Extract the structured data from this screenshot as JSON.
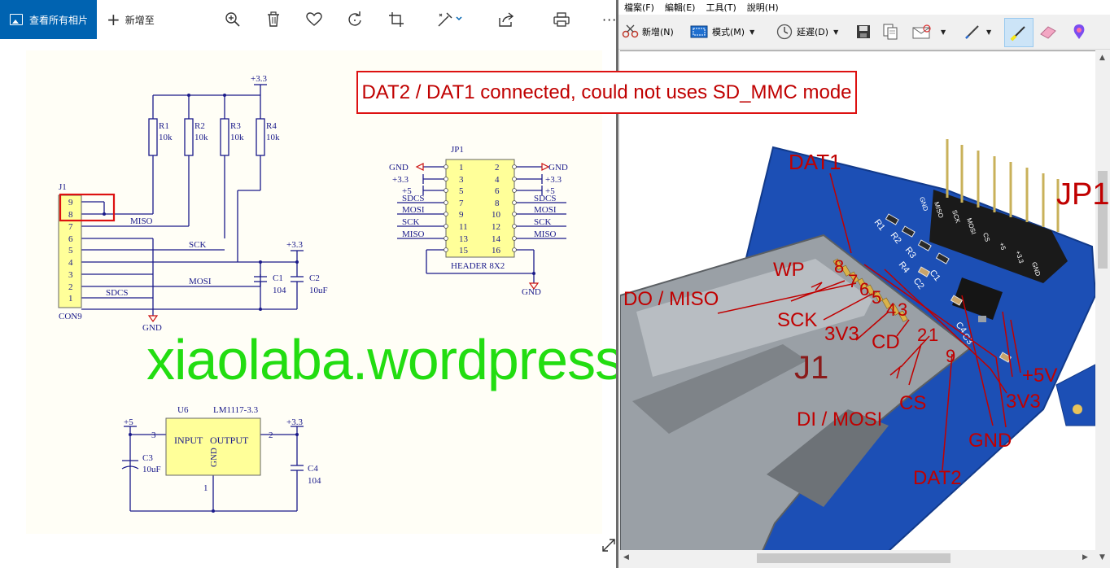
{
  "photos": {
    "toolbar": {
      "view_all": "查看所有相片",
      "add_to": "新增至",
      "icons": [
        "zoom-in-icon",
        "delete-icon",
        "heart-icon",
        "rotate-icon",
        "crop-icon",
        "edit-icon",
        "share-icon",
        "print-icon",
        "more-icon"
      ],
      "more": "···"
    },
    "watermark": "xiaolaba.wordpress.com",
    "schematic": {
      "j1": {
        "ref": "J1",
        "name": "CON9",
        "pins": [
          "9",
          "8",
          "7",
          "6",
          "5",
          "4",
          "3",
          "2",
          "1"
        ]
      },
      "resistors": [
        {
          "ref": "R1",
          "value": "10k"
        },
        {
          "ref": "R2",
          "value": "10k"
        },
        {
          "ref": "R3",
          "value": "10k"
        },
        {
          "ref": "R4",
          "value": "10k"
        }
      ],
      "power_33": "+3.3",
      "power_5": "+5",
      "gnd": "GND",
      "nets": {
        "miso": "MISO",
        "sck": "SCK",
        "mosi": "MOSI",
        "sdcs": "SDCS"
      },
      "c1": {
        "ref": "C1",
        "value": "104"
      },
      "c2": {
        "ref": "C2",
        "value": "10uF"
      },
      "jp1": {
        "ref": "JP1",
        "name": "HEADER 8X2",
        "left_pins": [
          "1",
          "3",
          "5",
          "7",
          "9",
          "11",
          "13",
          "15"
        ],
        "right_pins": [
          "2",
          "4",
          "6",
          "8",
          "10",
          "12",
          "14",
          "16"
        ],
        "left_nets": [
          "GND",
          "+3.3",
          "+5",
          "SDCS",
          "MOSI",
          "SCK",
          "MISO",
          ""
        ],
        "right_nets": [
          "GND",
          "+3.3",
          "+5",
          "SDCS",
          "MOSI",
          "SCK",
          "MISO",
          ""
        ]
      },
      "u6": {
        "ref": "U6",
        "part": "LM1117-3.3",
        "input": "INPUT",
        "output": "OUTPUT",
        "gnd": "GND",
        "pin_in": "3",
        "pin_out": "2",
        "pin_gnd": "1"
      },
      "c3": {
        "ref": "C3",
        "value": "10uF"
      },
      "c4": {
        "ref": "C4",
        "value": "104"
      }
    }
  },
  "paint": {
    "menu": [
      "檔案(F)",
      "編輯(E)",
      "工具(T)",
      "說明(H)"
    ],
    "toolbar": {
      "new": "新增(N)",
      "mode": "模式(M)",
      "delay": "延遲(D)"
    },
    "note": "DAT2 / DAT1 connected, could not uses SD_MMC mode",
    "photo_labels": {
      "dat1": "DAT1",
      "wp": "WP",
      "do_miso": "DO / MISO",
      "sck": "SCK",
      "v33_left": "3V3",
      "cd": "CD",
      "j1": "J1",
      "di_mosi": "DI / MOSI",
      "cs": "CS",
      "dat2": "DAT2",
      "gnd": "GND",
      "v33": "3V3",
      "v5": "+5V",
      "jp1": "JP1",
      "pin_numbers": [
        "8",
        "7",
        "6",
        "5",
        "4",
        "3",
        "2",
        "1",
        "9"
      ],
      "board_silk": [
        "GND",
        "MISO",
        "SCK",
        "MOSI",
        "CS",
        "+5",
        "+3.3",
        "GND",
        "R1",
        "R2",
        "R3",
        "R4",
        "C1",
        "C2",
        "C3",
        "C4"
      ]
    }
  }
}
